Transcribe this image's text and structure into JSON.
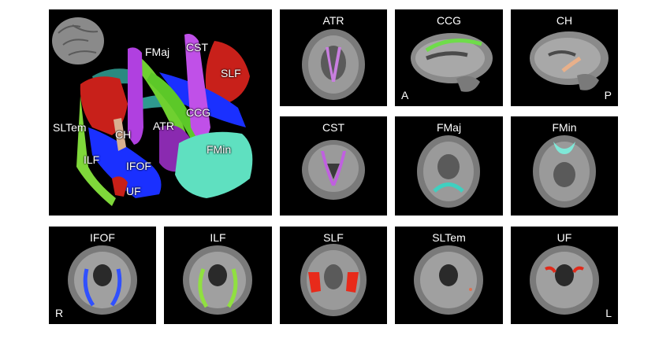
{
  "render3d": {
    "labels": [
      "FMaj",
      "CST",
      "SLF",
      "SLTem",
      "CH",
      "CCG",
      "ATR",
      "ILF",
      "IFOF",
      "FMin",
      "UF"
    ]
  },
  "slices": [
    {
      "title": "ATR",
      "view": "axial",
      "colors": [
        "#c97fe0"
      ]
    },
    {
      "title": "CCG",
      "view": "sagittal",
      "colors": [
        "#6fdc4a"
      ],
      "corner": "A"
    },
    {
      "title": "CH",
      "view": "sagittal",
      "colors": [
        "#e8b08a"
      ],
      "corner": "P"
    },
    {
      "title": "CST",
      "view": "coronal",
      "colors": [
        "#c060e0"
      ]
    },
    {
      "title": "FMaj",
      "view": "axial",
      "colors": [
        "#3fd0c0"
      ]
    },
    {
      "title": "FMin",
      "view": "axial",
      "colors": [
        "#7fe8d8"
      ]
    },
    {
      "title": "IFOF",
      "view": "axial",
      "colors": [
        "#3050ff"
      ],
      "corner": "R"
    },
    {
      "title": "ILF",
      "view": "axial",
      "colors": [
        "#90e040"
      ]
    },
    {
      "title": "SLF",
      "view": "axial",
      "colors": [
        "#e82a1a"
      ]
    },
    {
      "title": "SLTem",
      "view": "axial",
      "colors": [
        "#e07050"
      ]
    },
    {
      "title": "UF",
      "view": "axial",
      "colors": [
        "#e02a1a"
      ],
      "corner": "L"
    }
  ],
  "colors": {
    "panel_bg": "#000000",
    "page_bg": "#ffffff",
    "text": "#ffffff"
  }
}
